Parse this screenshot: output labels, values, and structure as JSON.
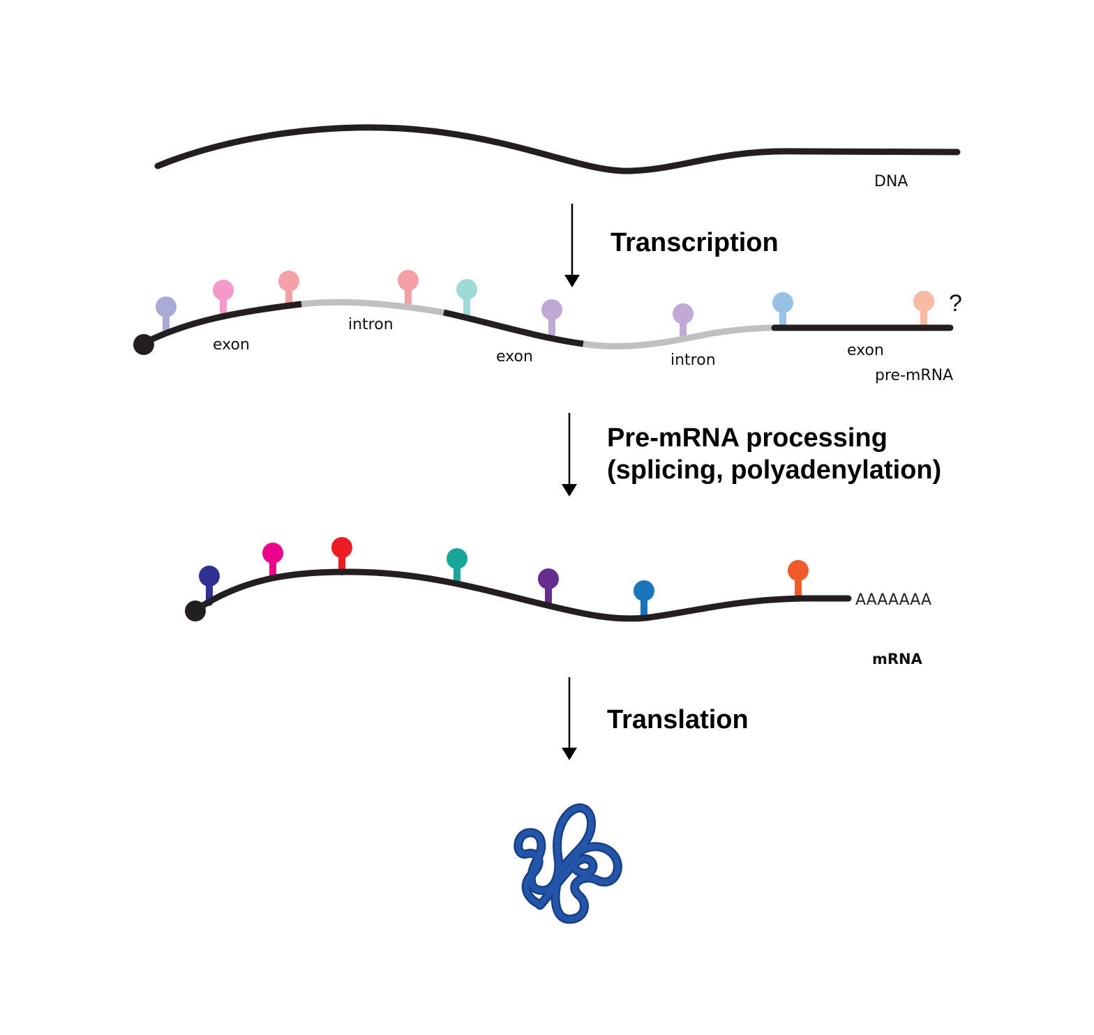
{
  "labels": {
    "dna": "DNA",
    "pre_mrna": "pre-mRNA",
    "mrna": "mRNA",
    "poly_a_tail": "AAAAAAA",
    "unknown_mark": "?",
    "exon_1": "exon",
    "intron_1": "intron",
    "exon_2": "exon",
    "intron_2": "intron",
    "exon_3": "exon"
  },
  "steps": {
    "transcription": "Transcription",
    "processing_line1": "Pre-mRNA processing",
    "processing_line2": "(splicing, polyadenylation)",
    "translation": "Translation"
  },
  "colors": {
    "strand": "#231f20",
    "intron": "#c0c0c0",
    "protein": "#2355a8",
    "protein_dark": "#173f86",
    "arrow": "#000000",
    "pre_mrna_markers": [
      "#a9abd4",
      "#f49ac9",
      "#f4a0a6",
      "#f4a0a6",
      "#9fdbd6",
      "#c1a9d6",
      "#c1a9d6",
      "#97c2e6",
      "#f7bba3"
    ],
    "mrna_markers": [
      "#2e3192",
      "#ec008c",
      "#ed1c24",
      "#1aa59a",
      "#662d91",
      "#1b75bc",
      "#f15a29"
    ]
  },
  "icons": {
    "protein": "folded-protein-icon",
    "cap": "five-prime-cap-icon",
    "marker": "rna-modification-marker-icon"
  }
}
